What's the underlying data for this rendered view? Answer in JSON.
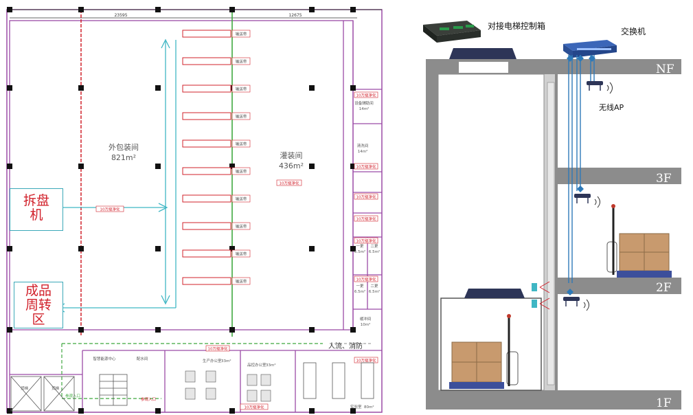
{
  "floorplan": {
    "dimension_left": "23595",
    "dimension_right": "12675",
    "room_outer_pack": {
      "name": "外包装间",
      "area": "821m²"
    },
    "room_filling": {
      "name": "灌装间",
      "area": "436m²"
    },
    "conveyor_label": "输送带",
    "label_depal": "拆盘机",
    "label_finished": "成品周转区",
    "label_finished_lines": [
      "成品",
      "周转",
      "区"
    ],
    "label_depal_lines": [
      "拆盘",
      "机"
    ],
    "flow_note": "人流、消防",
    "small_rooms": [
      {
        "name": "设备辅助间",
        "area": "14m²"
      },
      {
        "name": "清洗间",
        "area": "14m²"
      },
      {
        "name": "一更",
        "area": "6.5m²"
      },
      {
        "name": "二更",
        "area": "6.5m²"
      },
      {
        "name": "缓冲间",
        "area": "10m²"
      }
    ],
    "bottom_rooms": [
      {
        "name": "智慧能源中心"
      },
      {
        "name": "配水间"
      },
      {
        "name": "生产办公室",
        "area": "33m²"
      },
      {
        "name": "品控办公室",
        "area": "33m²"
      },
      {
        "name": "实验室",
        "area": "80m²"
      }
    ],
    "entrance": "参观入口",
    "stairs": "楼梯",
    "elevator": "货梯",
    "red_tag": "10万级净化"
  },
  "elevator_diagram": {
    "controller_label": "对接电梯控制箱",
    "switch_label": "交换机",
    "ap_label": "无线AP",
    "floors": [
      "NF",
      "3F",
      "2F",
      "1F"
    ]
  },
  "colors": {
    "wall_gray": "#8c8c8c",
    "shaft_gray": "#c9c9c9",
    "dark_navy": "#2d3557",
    "pallet_blue": "#3c4f9b",
    "box_brown": "#c89a6e",
    "cable_blue": "#2d79b8",
    "teal": "#3fb6c4",
    "red": "#d1202a",
    "purple": "#9b4aa6",
    "green": "#3fa83f"
  }
}
